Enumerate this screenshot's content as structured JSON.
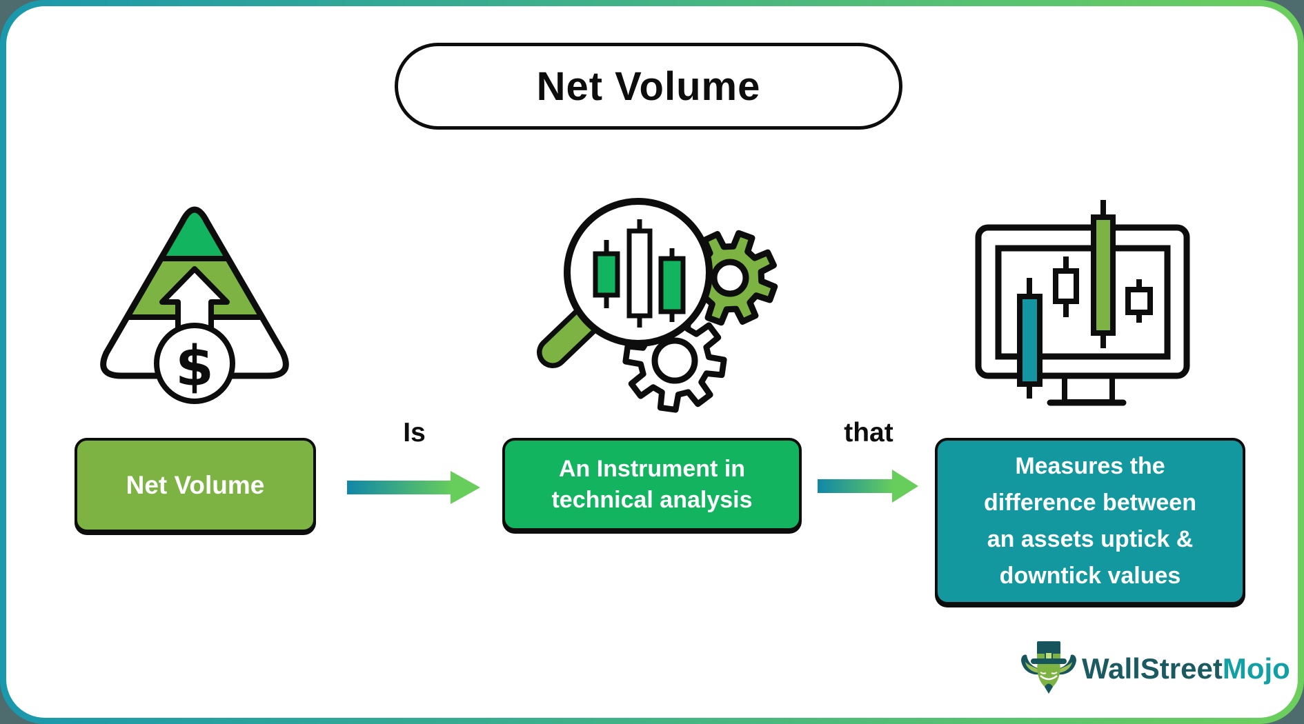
{
  "page": {
    "outside_bg": "#4e6b6d",
    "card_bg": "#ffffff",
    "border_gradient": [
      "#1a98ad",
      "#6ccf5d"
    ]
  },
  "title": {
    "text": "Net Volume"
  },
  "flow": {
    "nodes": [
      {
        "id": "net-volume",
        "lines": [
          "Net Volume"
        ],
        "bg": "#7cb342"
      },
      {
        "id": "instrument",
        "lines": [
          "An Instrument in",
          "technical analysis"
        ],
        "bg": "#12b45f"
      },
      {
        "id": "measures",
        "lines": [
          "Measures the",
          "difference between",
          "an assets uptick &",
          "downtick values"
        ],
        "bg": "#12989e"
      }
    ],
    "connectors": [
      {
        "label": "Is"
      },
      {
        "label": "that"
      }
    ]
  },
  "icons": [
    {
      "name": "growth-pyramid-dollar-icon"
    },
    {
      "name": "magnifier-candlestick-gears-icon"
    },
    {
      "name": "monitor-candlestick-chart-icon"
    }
  ],
  "logo": {
    "brand_part1": "WallStreet",
    "brand_part2": "Mojo",
    "color1": "#1b5a60",
    "color2": "#12a0a5"
  },
  "colors": {
    "olive_green": "#7cb342",
    "bright_green": "#12b45f",
    "teal": "#12989e",
    "arrow_gradient_start": "#1187a8",
    "arrow_gradient_end": "#67cd5b",
    "ink": "#0d0d0d"
  }
}
